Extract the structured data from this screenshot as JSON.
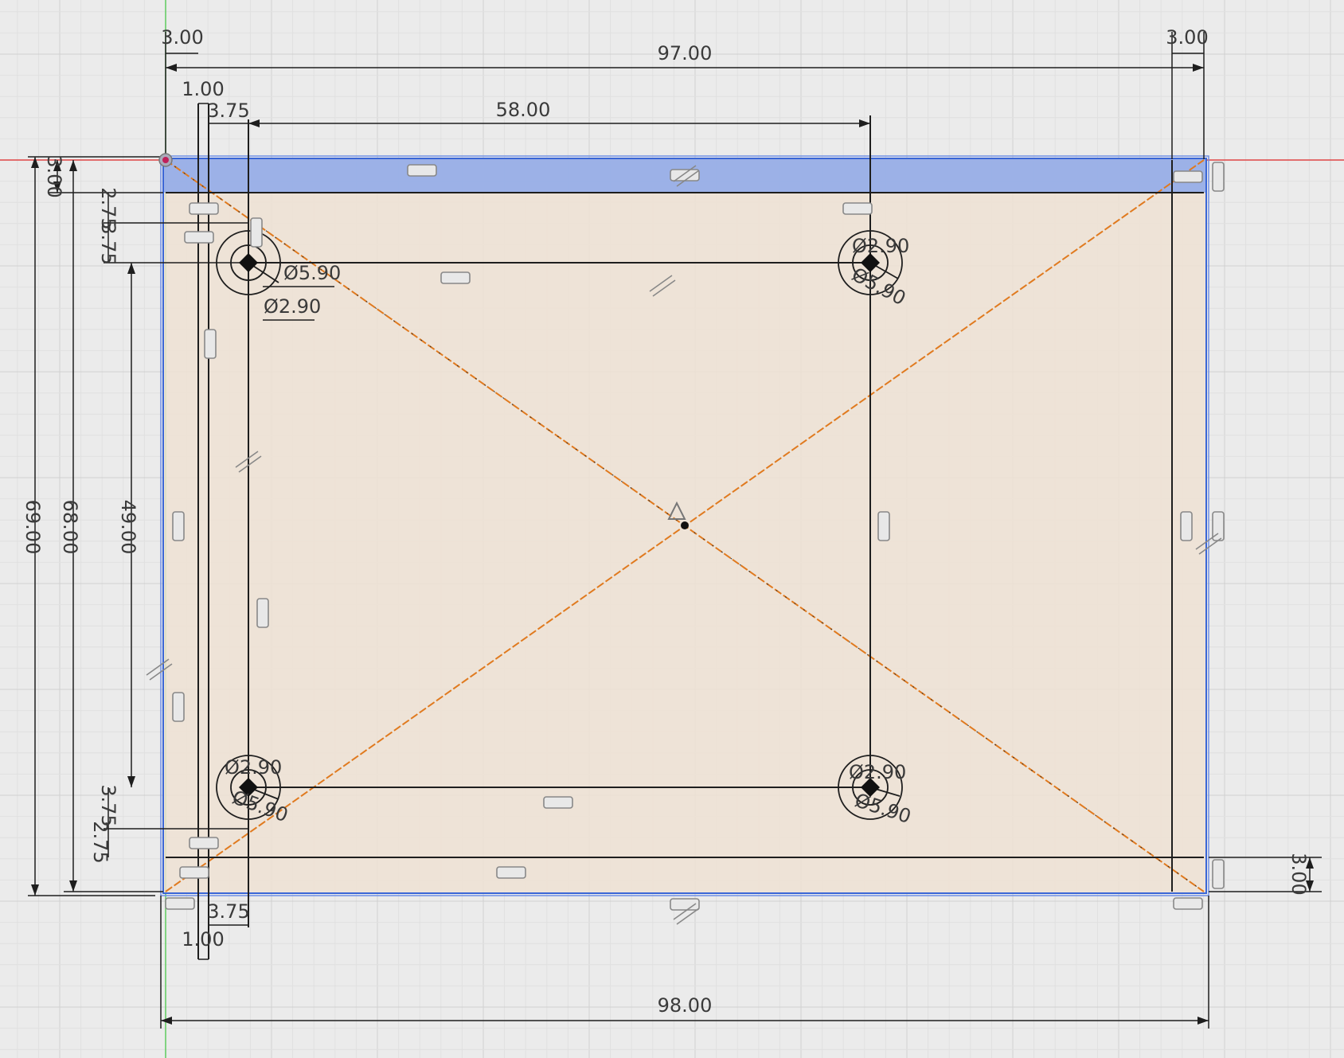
{
  "app": "Fusion 360 sketch",
  "colors": {
    "background": "#ebebeb",
    "grid_major": "#d2d2d2",
    "grid_minor": "#e0e0e0",
    "body_fill": "#efe2d4",
    "highlight_fill": "#97aee8",
    "outline_blue": "#3a66d6",
    "construction_orange": "#e07a1f",
    "axis_red": "#e04545",
    "axis_green": "#5ecb5e",
    "dim_line": "#1e1e1e"
  },
  "dimensions": {
    "overall_width": "98.00",
    "top_width": "97.00",
    "hole_spacing_x": "58.00",
    "left_wall": "3.00",
    "right_wall": "3.00",
    "offset_top": "1.00",
    "offset_bottom": "1.00",
    "hole_inset_top": "3.75",
    "hole_inset_bottom": "3.75",
    "overall_height": "69.00",
    "inner_height": "68.00",
    "hole_spacing_y": "49.00",
    "top_band": "3.00",
    "right_band": "3.00",
    "gap_top": "2.75",
    "gap_top_b": "3.75",
    "gap_bottom": "3.75",
    "gap_bottom_b": "2.75"
  },
  "holes": {
    "outer_diameter": "Ø5.90",
    "inner_diameter": "Ø2.90",
    "tr_inner": "Ø2.90",
    "tr_outer": "Ø5.90",
    "bl_inner": "Ø2.90",
    "bl_outer": "Ø5.90",
    "br_inner": "Ø2.90",
    "br_outer": "Ø5.90"
  }
}
